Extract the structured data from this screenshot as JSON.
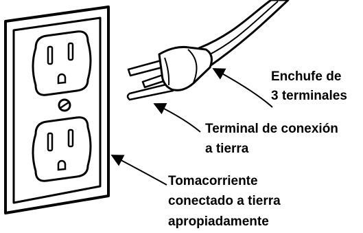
{
  "labels": {
    "plug": [
      "Enchufe de",
      "3 terminales"
    ],
    "ground_pin": [
      "Terminal de conexión",
      "a tierra"
    ],
    "outlet": [
      "Tomacorriente",
      "conectado a tierra",
      "apropiadamente"
    ]
  },
  "colors": {
    "ink": "#000000",
    "paper": "#ffffff"
  }
}
